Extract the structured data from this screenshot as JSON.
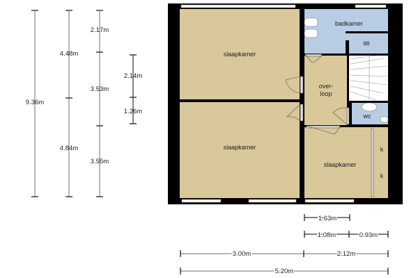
{
  "rooms": {
    "bedroom_top": "slaapkamer",
    "bedroom_bottom": "slaapkamer",
    "bathroom": "badkamer",
    "landing_line1": "over-",
    "landing_line2": "loop",
    "wc": "wc",
    "bedroom_small": "slaapkamer",
    "closet1": "k",
    "closet2": "k"
  },
  "dimensions": {
    "vertical": {
      "total": "9.36m",
      "upper": "4.48m",
      "lower": "4.84m",
      "seg1": "2.17m",
      "seg2": "3.53m",
      "seg3": "3.55m",
      "stair": "2.14m",
      "wc": "1.26m"
    },
    "horizontal": {
      "landing_width": "1.63m",
      "seg_a": "1.08m",
      "seg_b": "0.93m",
      "left_width": "3.00m",
      "right_width": "2.12m",
      "total": "5.20m"
    }
  },
  "colors": {
    "room_floor": "#d9c89a",
    "wet_room": "#b8cde3",
    "wall": "#000000"
  }
}
